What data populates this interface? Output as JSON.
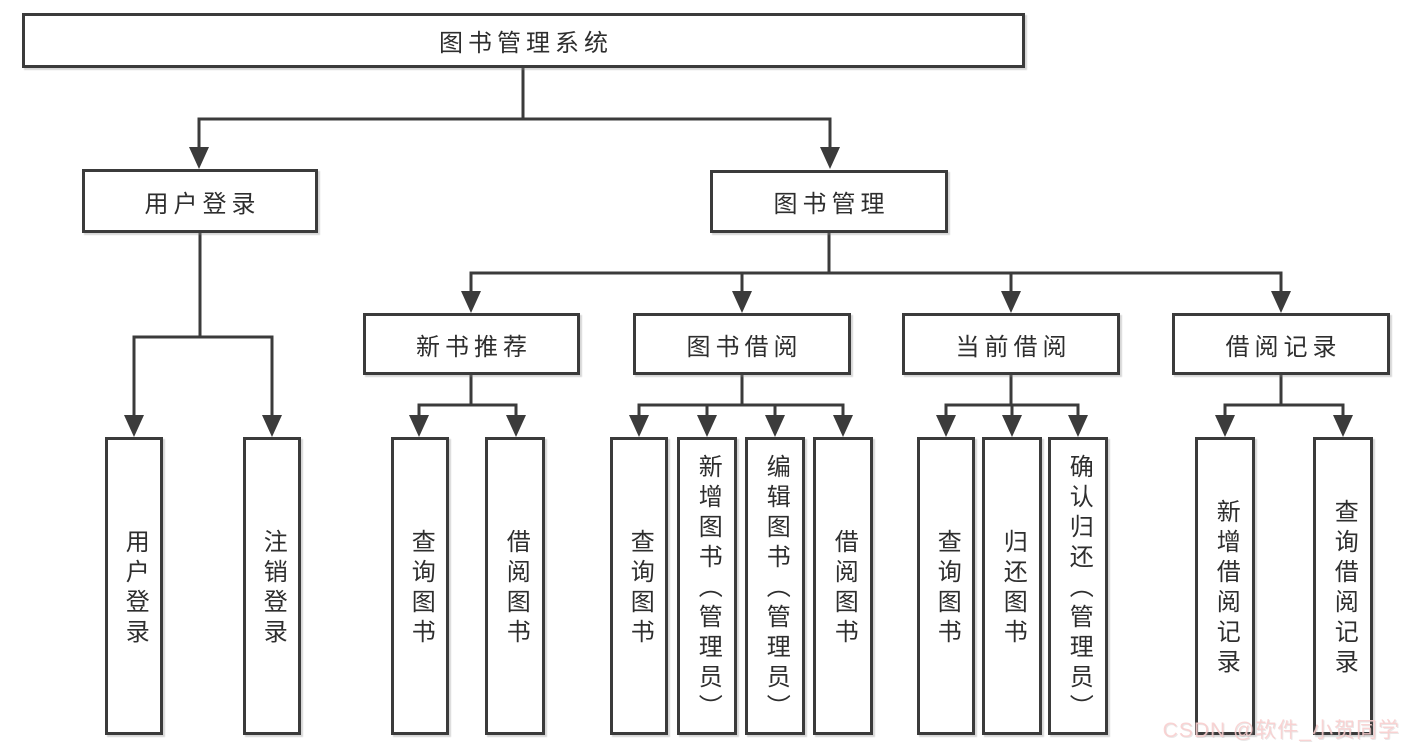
{
  "diagram_title": "图书管理系统",
  "tree": {
    "label": "图书管理系统",
    "children": [
      {
        "label": "用户登录",
        "children": [
          {
            "label": "用户登录"
          },
          {
            "label": "注销登录"
          }
        ]
      },
      {
        "label": "图书管理",
        "children": [
          {
            "label": "新书推荐",
            "children": [
              {
                "label": "查询图书"
              },
              {
                "label": "借阅图书"
              }
            ]
          },
          {
            "label": "图书借阅",
            "children": [
              {
                "label": "查询图书"
              },
              {
                "label": "新增图书（管理员）"
              },
              {
                "label": "编辑图书（管理员）"
              },
              {
                "label": "借阅图书"
              }
            ]
          },
          {
            "label": "当前借阅",
            "children": [
              {
                "label": "查询图书"
              },
              {
                "label": "归还图书"
              },
              {
                "label": "确认归还（管理员）"
              }
            ]
          },
          {
            "label": "借阅记录",
            "children": [
              {
                "label": "新增借阅记录"
              },
              {
                "label": "查询借阅记录"
              }
            ]
          }
        ]
      }
    ]
  },
  "watermark": {
    "text": "CSDN @软件_小贺同学"
  },
  "colors": {
    "line": "#3b3b3b",
    "box_border": "#3b3b3b",
    "text": "#2e2e2e",
    "background": "#ffffff",
    "watermark": "#f8cece"
  }
}
